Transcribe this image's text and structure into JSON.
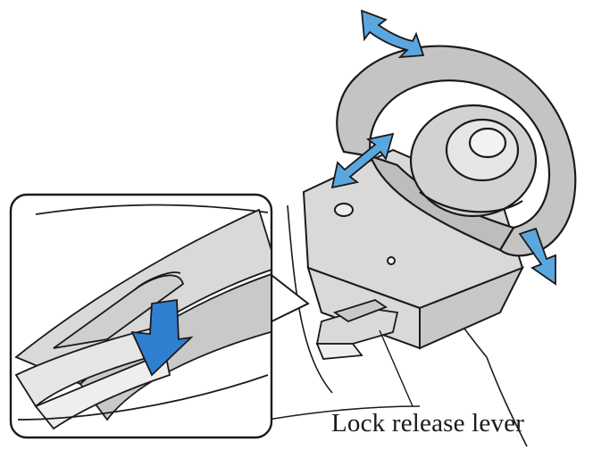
{
  "figure": {
    "callout_label": "Lock release lever",
    "colors": {
      "line": "#1a1a1a",
      "part_fill": "#d9d9d9",
      "wheel_fill": "#c4c4c4",
      "wheel_inner": "#e6e6e6",
      "arrow_fill": "#5aa7e0",
      "arrow_push_fill": "#2f7fd1",
      "background": "#ffffff"
    },
    "icons": [
      "steering-wheel",
      "adjust-arrow-tilt",
      "adjust-arrow-telescopic",
      "adjust-arrow-down",
      "push-down-arrow",
      "lock-release-lever"
    ]
  }
}
